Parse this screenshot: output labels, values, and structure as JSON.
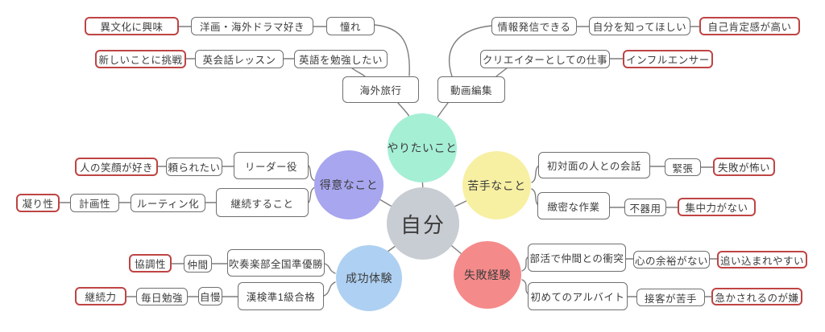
{
  "mindmap": {
    "center": {
      "label": "自分",
      "color": "#c8ccd3"
    },
    "categories": [
      {
        "label": "やりたいこと",
        "color": "#a5efd5"
      },
      {
        "label": "得意なこと",
        "color": "#a8a6ef"
      },
      {
        "label": "苦手なこと",
        "color": "#f7f0a3"
      },
      {
        "label": "成功体験",
        "color": "#aed0f2"
      },
      {
        "label": "失敗経験",
        "color": "#f58a8a"
      }
    ],
    "normal_border_color": "#6f6f6f",
    "emphasis_border_color": "#bf4444",
    "boxes": [
      {
        "label": "異文化に興味",
        "emphasized": true
      },
      {
        "label": "洋画・海外ドラマ好き",
        "emphasized": false
      },
      {
        "label": "憧れ",
        "emphasized": false
      },
      {
        "label": "新しいことに挑戦",
        "emphasized": true
      },
      {
        "label": "英会話レッスン",
        "emphasized": false
      },
      {
        "label": "英語を勉強したい",
        "emphasized": false
      },
      {
        "label": "海外旅行",
        "emphasized": false
      },
      {
        "label": "情報発信できる",
        "emphasized": false
      },
      {
        "label": "自分を知ってほしい",
        "emphasized": false
      },
      {
        "label": "自己肯定感が高い",
        "emphasized": true
      },
      {
        "label": "クリエイターとしての仕事",
        "emphasized": false
      },
      {
        "label": "インフルエンサー",
        "emphasized": true
      },
      {
        "label": "動画編集",
        "emphasized": false
      },
      {
        "label": "人の笑顔が好き",
        "emphasized": true
      },
      {
        "label": "頼られたい",
        "emphasized": false
      },
      {
        "label": "リーダー役",
        "emphasized": false
      },
      {
        "label": "凝り性",
        "emphasized": true
      },
      {
        "label": "計画性",
        "emphasized": false
      },
      {
        "label": "ルーティン化",
        "emphasized": false
      },
      {
        "label": "継続すること",
        "emphasized": false
      },
      {
        "label": "初対面の人との会話",
        "emphasized": false
      },
      {
        "label": "緊張",
        "emphasized": false
      },
      {
        "label": "失敗が怖い",
        "emphasized": true
      },
      {
        "label": "緻密な作業",
        "emphasized": false
      },
      {
        "label": "不器用",
        "emphasized": false
      },
      {
        "label": "集中力がない",
        "emphasized": true
      },
      {
        "label": "協調性",
        "emphasized": true
      },
      {
        "label": "仲間",
        "emphasized": false
      },
      {
        "label": "吹奏楽部全国準優勝",
        "emphasized": false
      },
      {
        "label": "継続力",
        "emphasized": true
      },
      {
        "label": "毎日勉強",
        "emphasized": false
      },
      {
        "label": "自慢",
        "emphasized": false
      },
      {
        "label": "漢検準1級合格",
        "emphasized": false
      },
      {
        "label": "部活で仲間との衝突",
        "emphasized": false
      },
      {
        "label": "心の余裕がない",
        "emphasized": false
      },
      {
        "label": "追い込まれやすい",
        "emphasized": true
      },
      {
        "label": "初めてのアルバイト",
        "emphasized": false
      },
      {
        "label": "接客が苦手",
        "emphasized": false
      },
      {
        "label": "急かされるのが嫌",
        "emphasized": true
      }
    ]
  }
}
